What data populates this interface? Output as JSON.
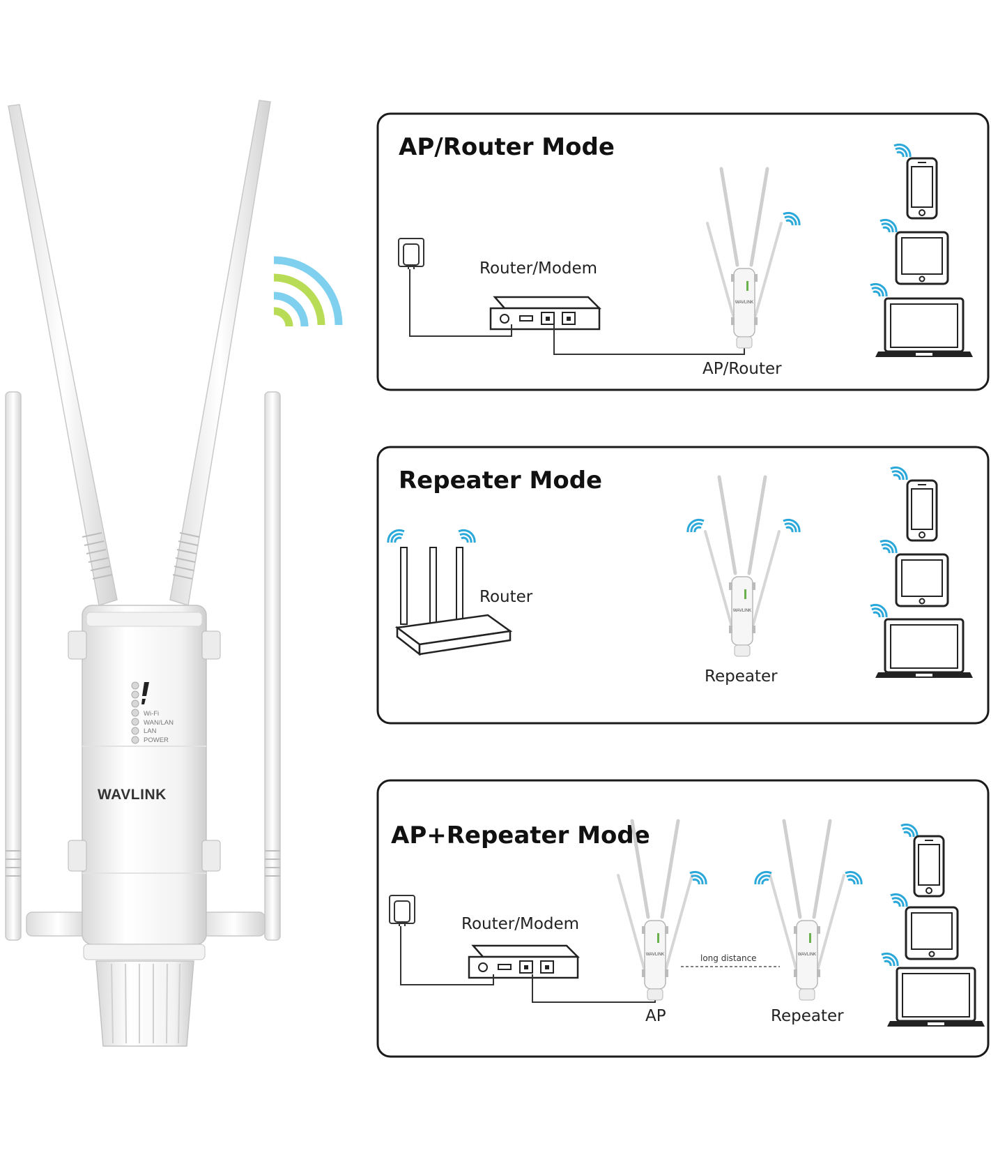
{
  "device": {
    "brand_logo": "WAVLINK",
    "led_labels": [
      "Wi-Fi",
      "WAN/LAN",
      "LAN",
      "POWER"
    ]
  },
  "panels": [
    {
      "title": "AP/Router Mode",
      "labels": {
        "modem": "Router/Modem",
        "device": "AP/Router"
      }
    },
    {
      "title": "Repeater Mode",
      "labels": {
        "router": "Router",
        "device": "Repeater"
      }
    },
    {
      "title": "AP+Repeater Mode",
      "labels": {
        "modem": "Router/Modem",
        "ap": "AP",
        "repeater": "Repeater",
        "link": "long distance"
      }
    }
  ],
  "colors": {
    "wifi_blue": "#2aa8d9",
    "wifi_green": "#9ccd45",
    "wave_big_blue": "#7fd0ee",
    "wave_big_green": "#b9dc57",
    "panel_border": "#1a1a1a"
  }
}
